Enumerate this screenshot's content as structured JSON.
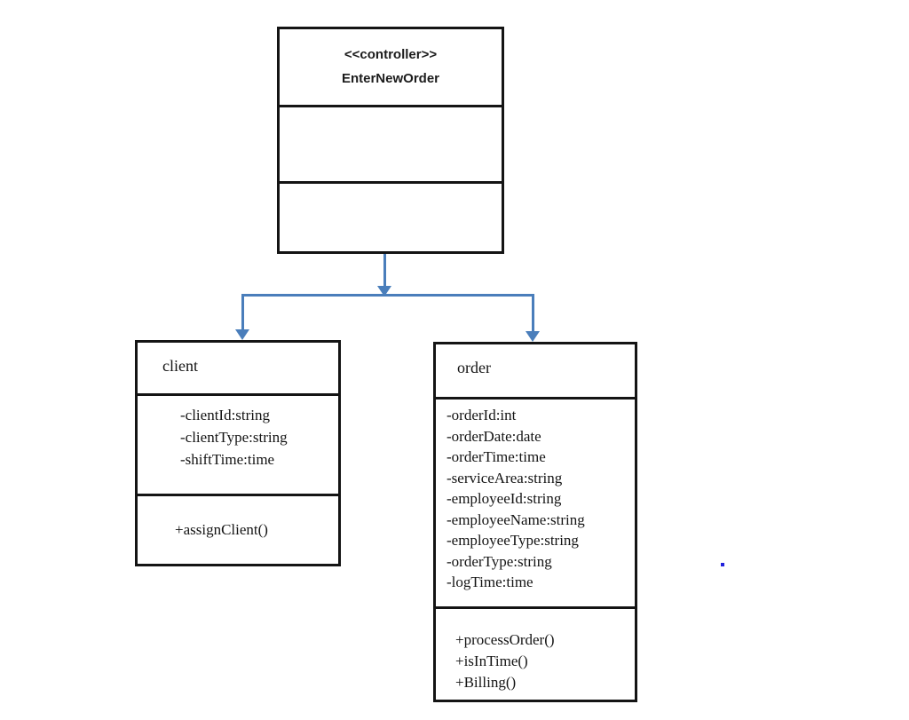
{
  "diagram": {
    "controller": {
      "stereotype": "<<controller>>",
      "name": "EnterNewOrder"
    },
    "classes": [
      {
        "name": "client",
        "attributes": [
          "-clientId:string",
          "-clientType:string",
          "-shiftTime:time"
        ],
        "methods": [
          "+assignClient()"
        ]
      },
      {
        "name": "order",
        "attributes": [
          "-orderId:int",
          "-orderDate:date",
          "-orderTime:time",
          "-serviceArea:string",
          "-employeeId:string",
          "-employeeName:string",
          "-employeeType:string",
          "-orderType:string",
          "-logTime:time"
        ],
        "methods": [
          "+processOrder()",
          "+isInTime()",
          "+Billing()"
        ]
      }
    ],
    "colors": {
      "connector": "#4a7ebb",
      "box_border": "#141414",
      "background": "#ffffff",
      "stray_dot": "#2222dd"
    }
  }
}
